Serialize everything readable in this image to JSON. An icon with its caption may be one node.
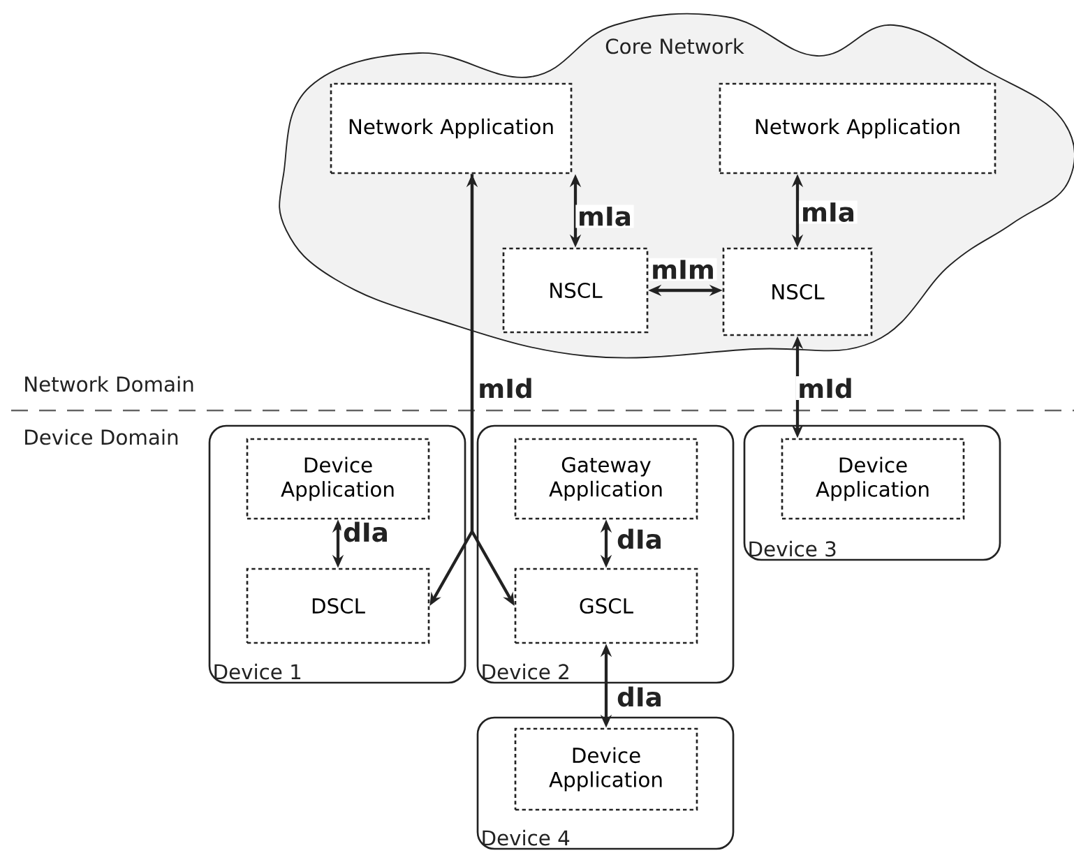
{
  "diagram": {
    "nodes": [
      {
        "text": [
          "Core Network"
        ]
      },
      {
        "text": [
          "Network Application"
        ],
        "in": 0
      },
      {
        "text": [
          "Network Application"
        ],
        "in": 0
      },
      {
        "text": [
          "NSCL"
        ],
        "in": 0
      },
      {
        "text": [
          "NSCL"
        ],
        "in": 0
      },
      {
        "text": [
          "Device 1"
        ]
      },
      {
        "text": [
          "Device Application"
        ],
        "in": 5
      },
      {
        "text": [
          "DSCL"
        ],
        "in": 5
      },
      {
        "text": [
          "Device 2"
        ]
      },
      {
        "text": [
          "Gateway Application"
        ],
        "in": 8
      },
      {
        "text": [
          "GSCL"
        ],
        "in": 8
      },
      {
        "text": [
          "Device 3"
        ]
      },
      {
        "text": [
          "Device Application"
        ],
        "in": 11
      },
      {
        "text": [
          "Device 4"
        ]
      },
      {
        "text": [
          "Device Application"
        ],
        "in": 13
      }
    ],
    "edges": [
      {
        "from": 1,
        "to": 3,
        "arrow": "both",
        "label": "mIa"
      },
      {
        "from": 2,
        "to": 4,
        "arrow": "both",
        "label": "mIa"
      },
      {
        "from": 3,
        "to": 4,
        "arrow": "both",
        "label": "mIm"
      },
      {
        "from": 4,
        "to": 12,
        "arrow": "both",
        "label": "mId"
      },
      {
        "from": 1,
        "to": 7,
        "arrow": "both",
        "label": "mId"
      },
      {
        "from": 1,
        "to": 10,
        "arrow": "to"
      },
      {
        "from": 6,
        "to": 7,
        "arrow": "both",
        "label": "dIa"
      },
      {
        "from": 9,
        "to": 10,
        "arrow": "both",
        "label": "dIa"
      },
      {
        "from": 10,
        "to": 14,
        "arrow": "both",
        "label": "dIa"
      }
    ],
    "labels": [
      "Network Domain",
      "Device Domain"
    ]
  }
}
